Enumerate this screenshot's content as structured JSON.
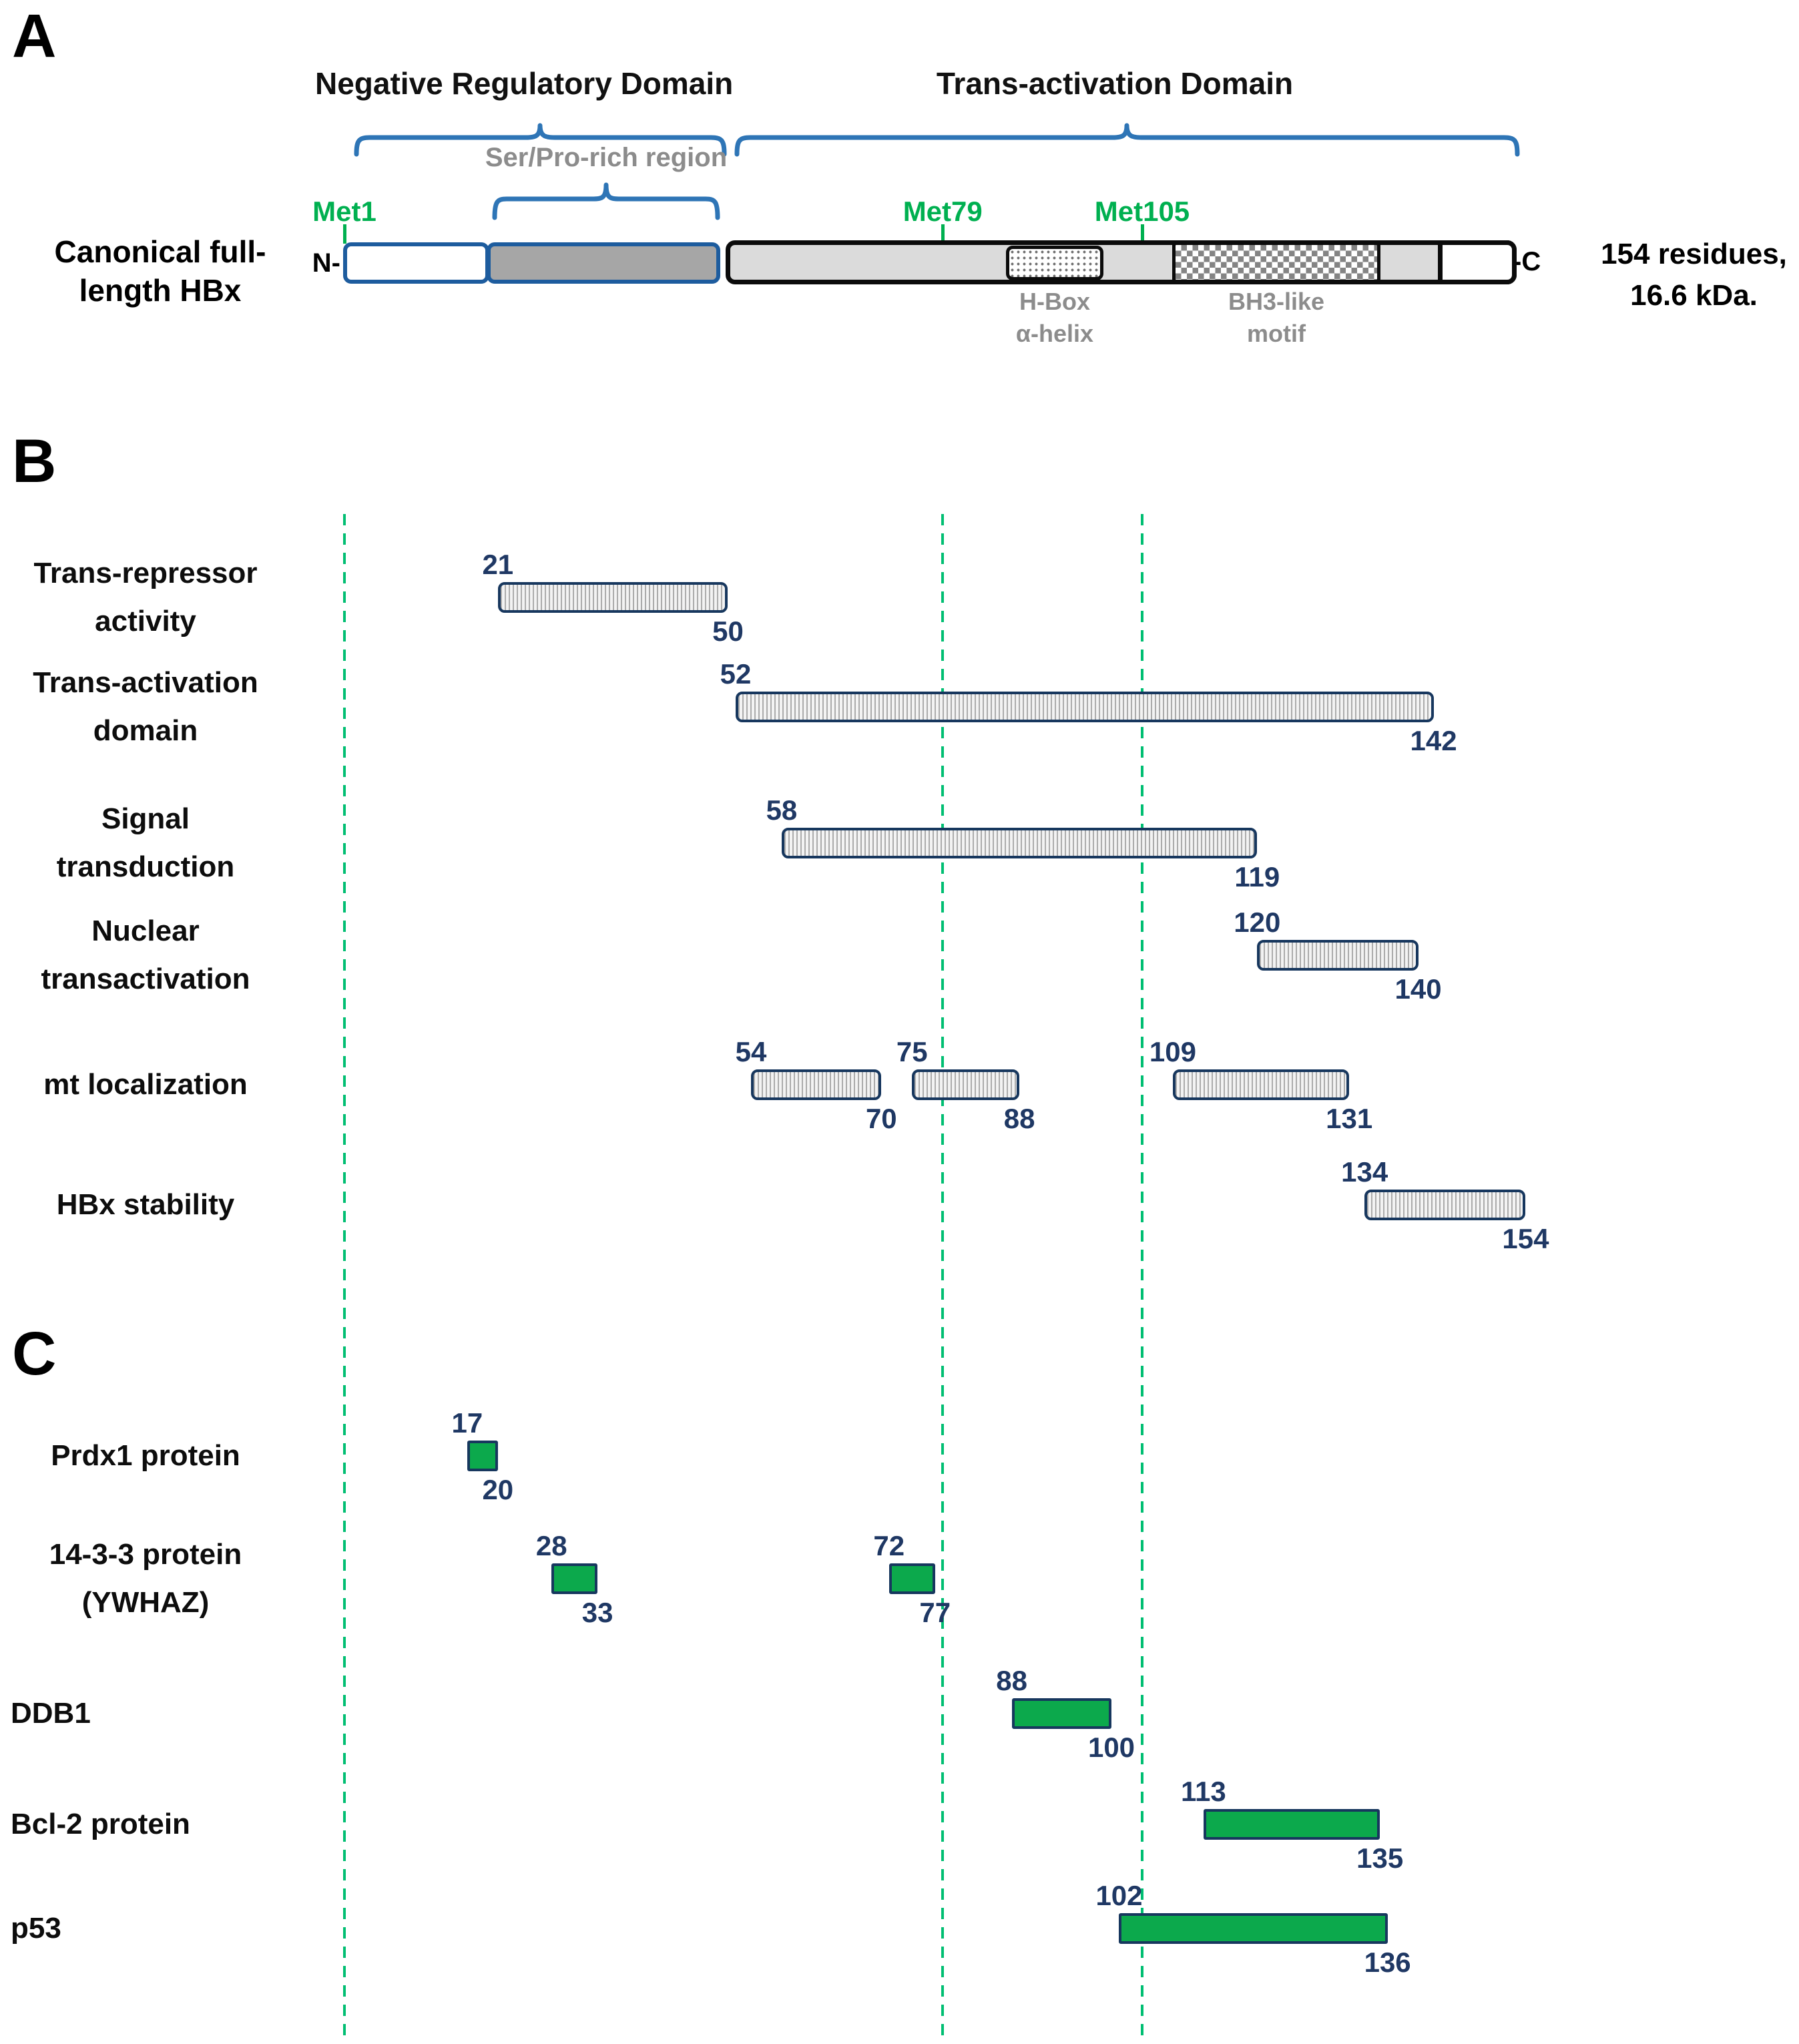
{
  "figure": {
    "description": "HBx protein domain organization, functional regions and protein interaction sites"
  },
  "colors": {
    "brace_blue": "#2E75B6",
    "box_border_blue": "#1D5C9E",
    "box_border_black": "#0b0b0b",
    "navy_number": "#1F3864",
    "bar_border_navy": "#17375E",
    "met_green": "#00B050",
    "dashed_line_green": "#00BE72",
    "interaction_green": "#0CA94C",
    "serpro_gray_fill": "#A6A6A6",
    "tad_gray_fill": "#DBDBDB",
    "gray_text": "#8c8c8c"
  },
  "panelA": {
    "label": "A",
    "protein_label_lines": [
      "Canonical full-",
      "length HBx"
    ],
    "n_label": "N-",
    "c_label": "-C",
    "domain_braces": [
      {
        "name": "negative-regulatory-domain",
        "label": "Negative Regulatory Domain"
      },
      {
        "name": "trans-activation-domain",
        "label": "Trans-activation  Domain"
      }
    ],
    "subregion_label": "Ser/Pro-rich region",
    "met_markers": [
      {
        "label": "Met1",
        "residue": 1
      },
      {
        "label": "Met79",
        "residue": 79
      },
      {
        "label": "Met105",
        "residue": 105
      }
    ],
    "motif_boxes": [
      {
        "name": "h-box-alpha-helix",
        "label_lines": [
          "H-Box",
          "α-helix"
        ]
      },
      {
        "name": "bh3-like-motif",
        "label_lines": [
          "BH3-like",
          "motif"
        ]
      }
    ],
    "size_lines": [
      "154 residues,",
      "16.6 kDa."
    ]
  },
  "panelB": {
    "label": "B",
    "rows": [
      {
        "label_lines": [
          "Trans-repressor",
          "activity"
        ],
        "segments": [
          {
            "start": 21,
            "end": 50
          }
        ]
      },
      {
        "label_lines": [
          "Trans-activation",
          "domain"
        ],
        "segments": [
          {
            "start": 52,
            "end": 142
          }
        ]
      },
      {
        "label_lines": [
          "Signal",
          "transduction"
        ],
        "segments": [
          {
            "start": 58,
            "end": 119
          }
        ]
      },
      {
        "label_lines": [
          "Nuclear",
          "transactivation"
        ],
        "segments": [
          {
            "start": 120,
            "end": 140
          }
        ]
      },
      {
        "label_lines": [
          "mt localization"
        ],
        "segments": [
          {
            "start": 54,
            "end": 70
          },
          {
            "start": 75,
            "end": 88
          },
          {
            "start": 109,
            "end": 131
          }
        ]
      },
      {
        "label_lines": [
          "HBx stability"
        ],
        "segments": [
          {
            "start": 134,
            "end": 154
          }
        ]
      }
    ]
  },
  "panelC": {
    "label": "C",
    "rows": [
      {
        "label_lines": [
          "Prdx1 protein"
        ],
        "align": "center",
        "segments": [
          {
            "start": 17,
            "end": 20
          }
        ]
      },
      {
        "label_lines": [
          "14-3-3 protein",
          "(YWHAZ)"
        ],
        "align": "center",
        "segments": [
          {
            "start": 28,
            "end": 33
          },
          {
            "start": 72,
            "end": 77
          }
        ]
      },
      {
        "label_lines": [
          "DDB1"
        ],
        "align": "left",
        "segments": [
          {
            "start": 88,
            "end": 100
          }
        ]
      },
      {
        "label_lines": [
          "Bcl-2 protein"
        ],
        "align": "left",
        "segments": [
          {
            "start": 113,
            "end": 135
          }
        ]
      },
      {
        "label_lines": [
          "p53"
        ],
        "align": "left",
        "segments": [
          {
            "start": 102,
            "end": 136
          }
        ]
      }
    ]
  }
}
